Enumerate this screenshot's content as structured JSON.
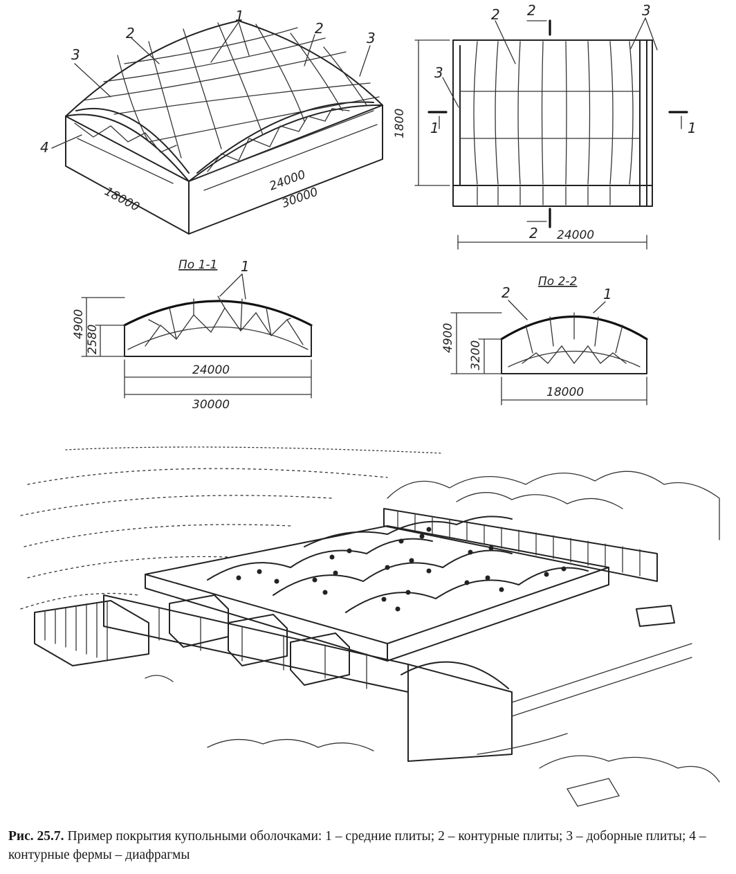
{
  "figure": {
    "caption_label": "Рис. 25.7.",
    "caption_text": "Пример покрытия купольными оболочками: 1 – средние плиты; 2 – контурные плиты; 3 – доборные плиты; 4 – контурные фермы – диафрагмы"
  },
  "iso_view": {
    "labels": [
      "1",
      "2",
      "2",
      "3",
      "3",
      "4"
    ],
    "dim_width": "18000",
    "dim_inner": "24000",
    "dim_outer": "30000"
  },
  "plan_view": {
    "dim_height": "1800",
    "dim_width": "24000",
    "section_2_top": "2",
    "section_2_bottom": "2",
    "section_1_left": "1",
    "section_1_right": "1",
    "labels": [
      "2",
      "3",
      "3"
    ]
  },
  "section_1": {
    "title": "По 1-1",
    "label": "1",
    "dim_total_height": "4900",
    "dim_rise": "2580",
    "dim_inner": "24000",
    "dim_outer": "30000"
  },
  "section_2": {
    "title": "По 2-2",
    "label_contour": "2",
    "label_middle": "1",
    "dim_total_height": "4900",
    "dim_rise": "3200",
    "dim_span": "18000"
  },
  "perspective": {
    "dome_rows": 3,
    "dome_cols": 4
  }
}
